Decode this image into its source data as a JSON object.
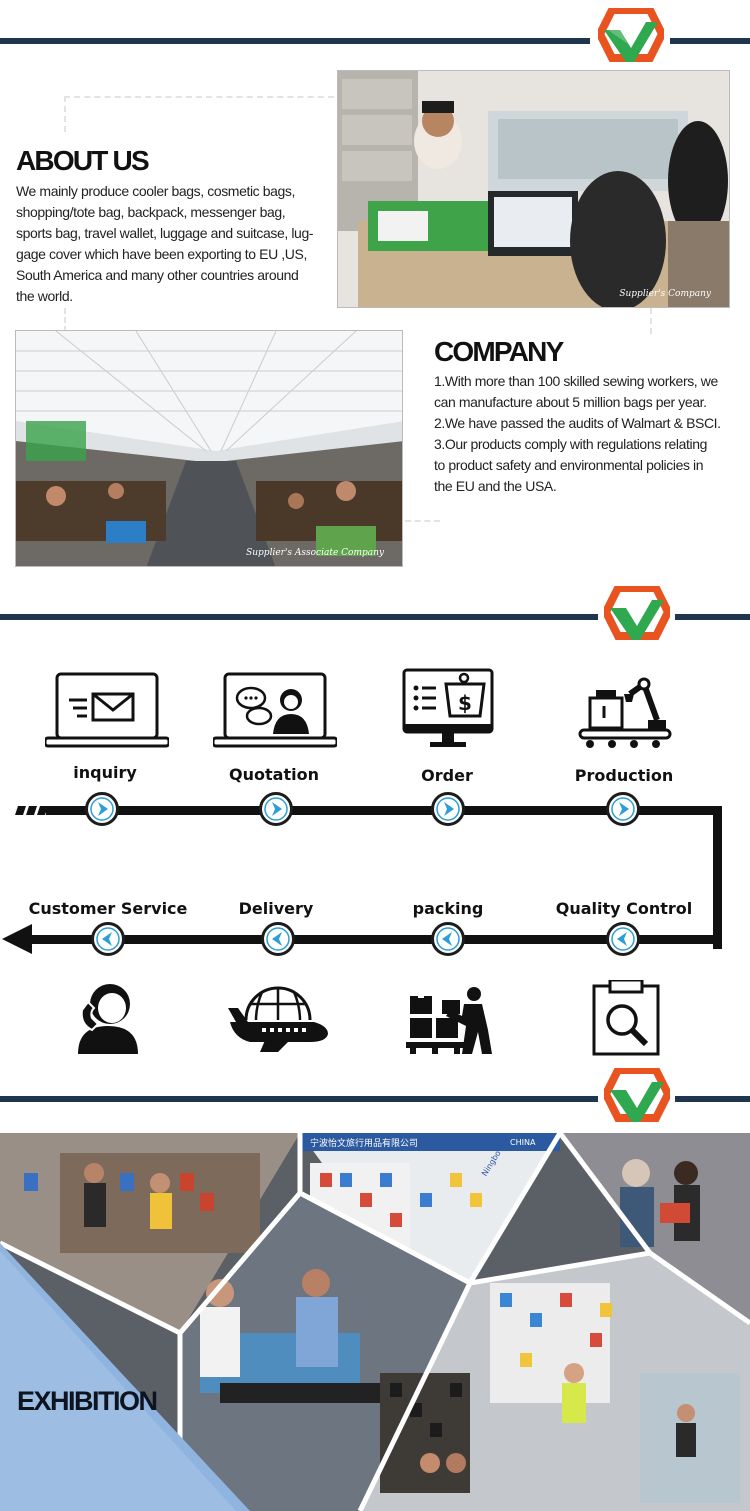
{
  "about": {
    "title": "ABOUT US",
    "lines": [
      "We mainly produce cooler bags, cosmetic bags,",
      "shopping/tote bag, backpack, messenger bag,",
      "sports bag, travel wallet, luggage and suitcase, lug-",
      "gage cover which have been exporting to EU ,US,",
      "South America and many other countries around",
      "the world."
    ],
    "photo_caption": "Supplier's Company"
  },
  "company": {
    "title": "COMPANY",
    "lines": [
      "1.With more than 100 skilled sewing workers, we",
      "can manufacture about 5 million bags per year.",
      "2.We have passed the audits of Walmart & BSCI.",
      "3.Our products comply with regulations relating",
      "to product safety and environmental policies in",
      "the EU and the USA."
    ],
    "photo_caption": "Supplier's Associate Company"
  },
  "process": {
    "top": [
      {
        "label": "inquiry",
        "icon": "email-laptop-icon"
      },
      {
        "label": "Quotation",
        "icon": "support-agent-laptop-icon"
      },
      {
        "label": "Order",
        "icon": "shopping-cart-monitor-icon"
      },
      {
        "label": "Production",
        "icon": "robot-arm-conveyor-icon"
      }
    ],
    "bottom": [
      {
        "label": "Customer Service",
        "icon": "customer-service-phone-icon"
      },
      {
        "label": "Delivery",
        "icon": "airplane-globe-icon"
      },
      {
        "label": "packing",
        "icon": "worker-boxes-icon"
      },
      {
        "label": "Quality Control",
        "icon": "clipboard-magnifier-icon"
      }
    ]
  },
  "exhibition": {
    "title": "EXHIBITION",
    "booth_sign_1": "宁波怡文旅行用品有限公司",
    "booth_sign_2": "CHINA",
    "booth_sign_3": "Ningbo Yiwen Co.,Ltd."
  },
  "colors": {
    "navy": "#1f3550",
    "logo_orange": "#e8531f",
    "logo_green": "#2fa84f",
    "arrow_blue": "#2b9fd6"
  }
}
